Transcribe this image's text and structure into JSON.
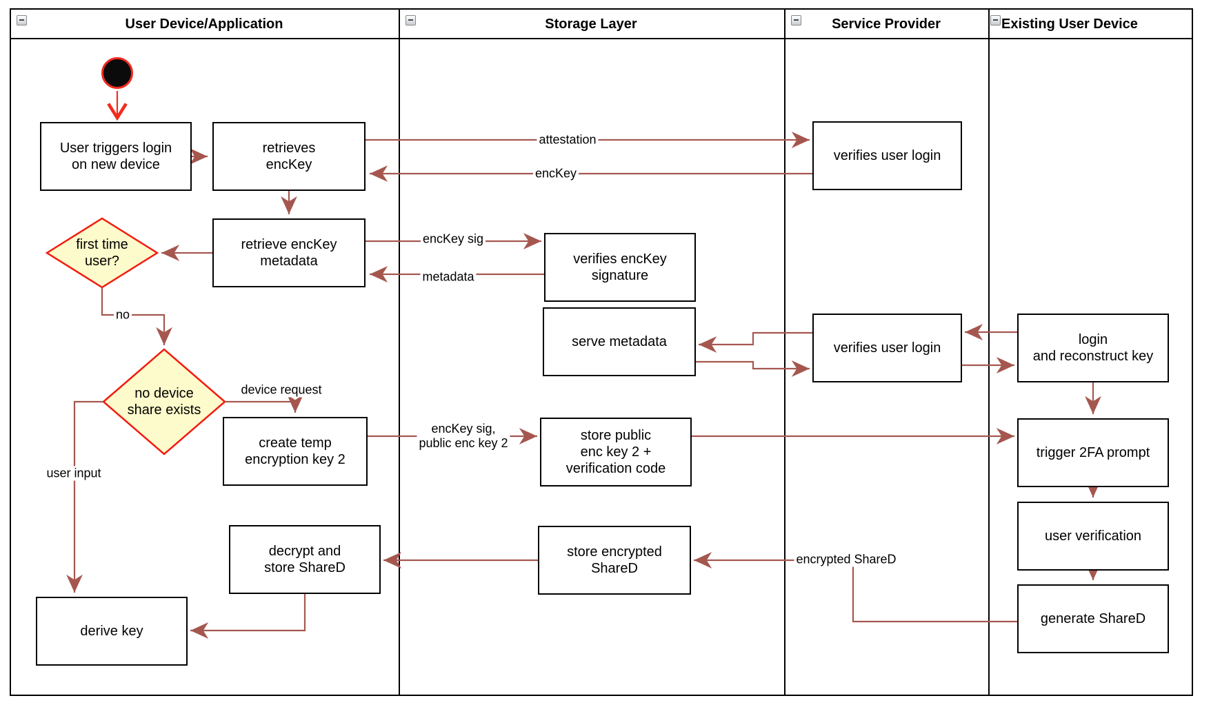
{
  "lanes": [
    {
      "title": "User Device/Application"
    },
    {
      "title": "Storage Layer"
    },
    {
      "title": "Service Provider"
    },
    {
      "title": "Existing User Device"
    }
  ],
  "nodes": {
    "user_triggers_login": {
      "label": "User triggers login\non new device"
    },
    "retrieves_enckey": {
      "label": "retrieves\nencKey"
    },
    "retrieve_enckey_metadata": {
      "label": "retrieve encKey\nmetadata"
    },
    "first_time_user": {
      "label": "first time\nuser?"
    },
    "no_device_share": {
      "label": "no device\nshare exists"
    },
    "create_temp_key": {
      "label": "create temp\nencryption key 2"
    },
    "decrypt_store_shared": {
      "label": "decrypt and\nstore ShareD"
    },
    "derive_key": {
      "label": "derive key"
    },
    "verifies_enckey_signature": {
      "label": "verifies encKey\nsignature"
    },
    "serve_metadata": {
      "label": "serve metadata"
    },
    "store_public_enc_key": {
      "label": "store public\nenc key 2 +\nverification code"
    },
    "store_encrypted_shared": {
      "label": "store encrypted\nShareD"
    },
    "verifies_user_login_1": {
      "label": "verifies user login"
    },
    "verifies_user_login_2": {
      "label": "verifies user login"
    },
    "login_reconstruct": {
      "label": "login\nand reconstruct key"
    },
    "trigger_2fa": {
      "label": "trigger 2FA prompt"
    },
    "user_verification": {
      "label": "user verification"
    },
    "generate_shared": {
      "label": "generate ShareD"
    }
  },
  "edge_labels": {
    "attestation": "attestation",
    "enckey": "encKey",
    "enckey_sig": "encKey sig",
    "metadata": "metadata",
    "no": "no",
    "device_request": "device request",
    "enckey_sig_public": "encKey sig,\npublic enc key 2",
    "user_input": "user input",
    "encrypted_shared": "encrypted ShareD"
  },
  "colors": {
    "connector": "#A5574F",
    "start_arrow": "#F12B1E",
    "diamond_fill": "#FDFACB",
    "diamond_stroke": "#F21B0E",
    "node_border": "#000000",
    "start_node_fill": "#0B0B0B"
  }
}
